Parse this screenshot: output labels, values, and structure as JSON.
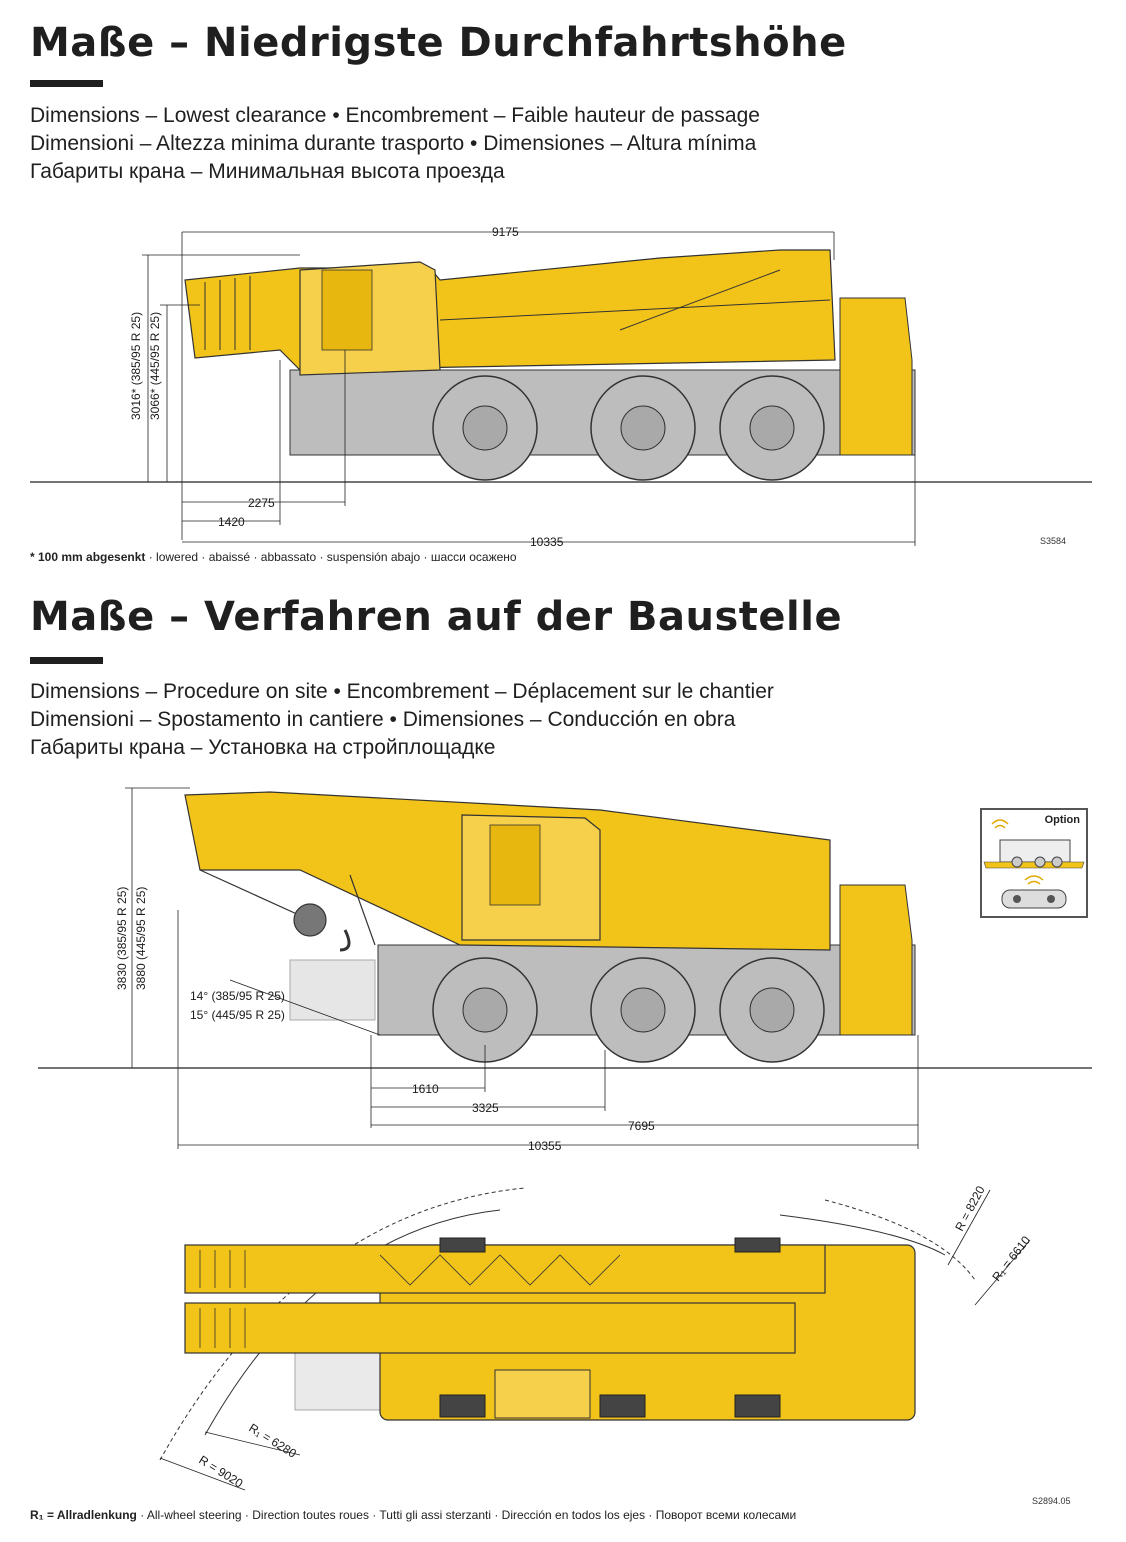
{
  "section1": {
    "title": "Maße – Niedrigste Durchfahrtshöhe",
    "subtitle_lines": [
      "Dimensions – Lowest clearance • Encombrement – Faible hauteur de passage",
      "Dimensioni – Altezza minima durante trasporto • Dimensiones – Altura mínima",
      "Габариты крана – Минимальная высота проезда"
    ],
    "dims": {
      "overall_length": "10335",
      "upper_length": "9175",
      "front_overhang_1": "2275",
      "front_overhang_2": "1420",
      "height_1": "3016* (385/95 R 25)",
      "height_2": "3066* (445/95 R 25)"
    },
    "drawing_code": "S3584",
    "footnote_bold": "* 100 mm abgesenkt",
    "footnote_rest": " · lowered · abaissé · abbassato · suspensión abajo · шасси осажено"
  },
  "section2": {
    "title": "Maße – Verfahren auf der Baustelle",
    "subtitle_lines": [
      "Dimensions – Procedure on site • Encombrement – Déplacement sur le chantier",
      "Dimensioni – Spostamento in cantiere • Dimensiones – Conducción en obra",
      "Габариты крана – Установка на стройплощадке"
    ],
    "dims": {
      "height_1": "3830 (385/95 R 25)",
      "height_2": "3880 (445/95 R 25)",
      "angle_1": "14° (385/95 R 25)",
      "angle_2": "15° (445/95 R 25)",
      "d1610": "1610",
      "d3325": "3325",
      "d7695": "7695",
      "d10355": "10355"
    },
    "option_label": "Option",
    "radii": {
      "r8220": "R = 8220",
      "r6610": "R₁ = 6610",
      "r6280": "R₁ = 6280",
      "r9020": "R = 9020"
    },
    "drawing_code": "S2894.05",
    "footnote_bold": "R₁ = Allradlenkung",
    "footnote_rest": " · All-wheel steering · Direction toutes roues · Tutti gli assi sterzanti · Dirección en todos los ejes · Поворот всеми колесами"
  },
  "colors": {
    "crane_yellow": "#f2c318",
    "chassis_gray": "#bdbdbd",
    "ink": "#1f1f1f"
  }
}
